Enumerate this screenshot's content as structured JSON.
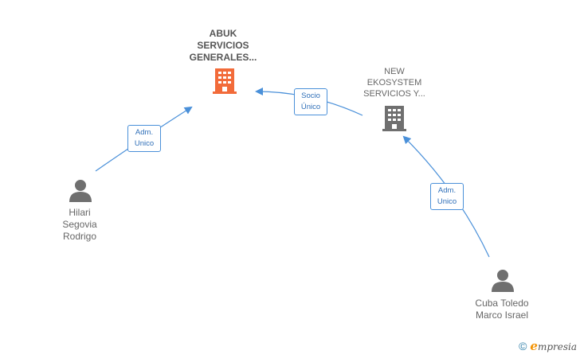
{
  "nodes": {
    "abuk": {
      "label": "ABUK\nSERVICIOS\nGENERALES...",
      "icon": "building-icon",
      "color": "#f26b3a"
    },
    "new_ekosystem": {
      "label": "NEW\nEKOSYSTEM\nSERVICIOS Y...",
      "icon": "building-icon",
      "color": "#6f6f6f"
    },
    "hilari": {
      "label": "Hilari\nSegovia\nRodrigo",
      "icon": "person-icon",
      "color": "#6f6f6f"
    },
    "cuba": {
      "label": "Cuba Toledo\nMarco Israel",
      "icon": "person-icon",
      "color": "#6f6f6f"
    }
  },
  "edges": {
    "hilari_abuk": {
      "line1": "Adm.",
      "line2": "Unico"
    },
    "new_abuk": {
      "line1": "Socio",
      "line2": "Único"
    },
    "cuba_new": {
      "line1": "Adm.",
      "line2": "Unico"
    }
  },
  "colors": {
    "edge": "#4a90d9"
  },
  "footer": {
    "copyright": "©",
    "brand_initial": "e",
    "brand_rest": "mpresia"
  }
}
